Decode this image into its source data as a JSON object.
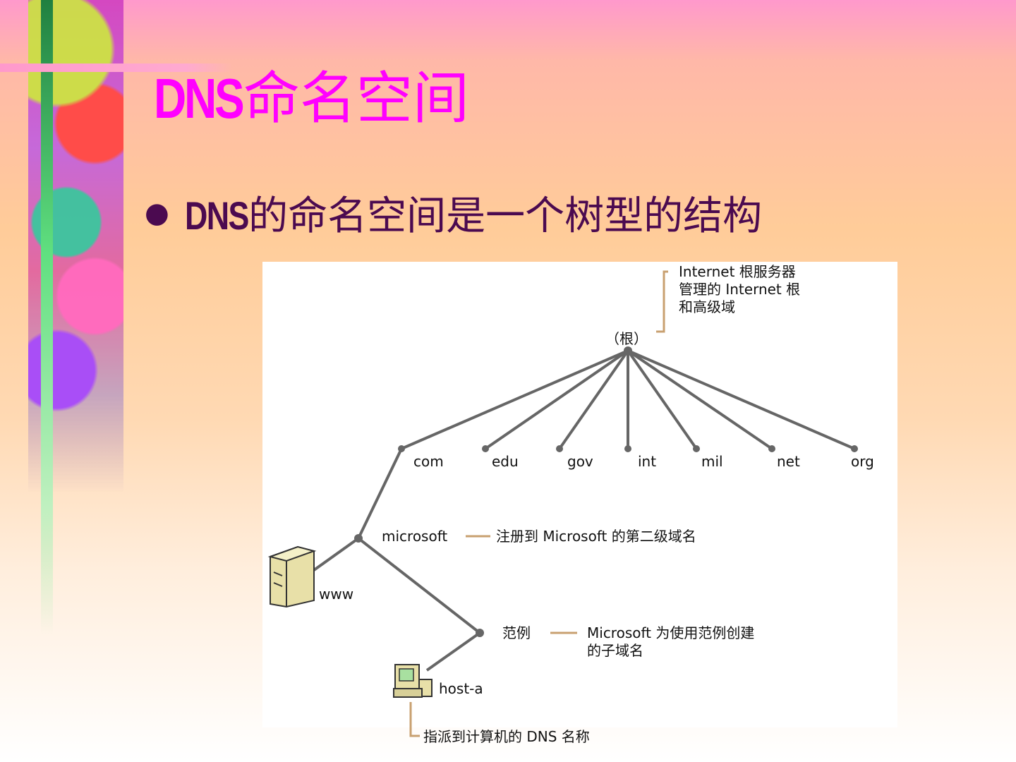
{
  "slide": {
    "title_latin": "DNS",
    "title_cjk": "命名空间",
    "bullet_latin": "DNS",
    "bullet_cjk": "的命名空间是一个树型的结构"
  },
  "diagram": {
    "root_label": "（根）",
    "root_note": [
      "Internet 根服务器",
      "管理的 Internet 根",
      "和高级域"
    ],
    "tlds": [
      "com",
      "edu",
      "gov",
      "int",
      "mil",
      "net",
      "org"
    ],
    "second_level": "microsoft",
    "second_level_note": "注册到 Microsoft 的第二级域名",
    "server_label": "www",
    "subdomain": "范例",
    "subdomain_note": [
      "Microsoft 为使用范例创建",
      "的子域名"
    ],
    "host_label": "host-a",
    "host_note": "指派到计算机的 DNS 名称"
  },
  "colors": {
    "title": "#ff00ff",
    "bullet": "#4b0a50",
    "edge": "#666666",
    "leader": "#c8a070"
  }
}
